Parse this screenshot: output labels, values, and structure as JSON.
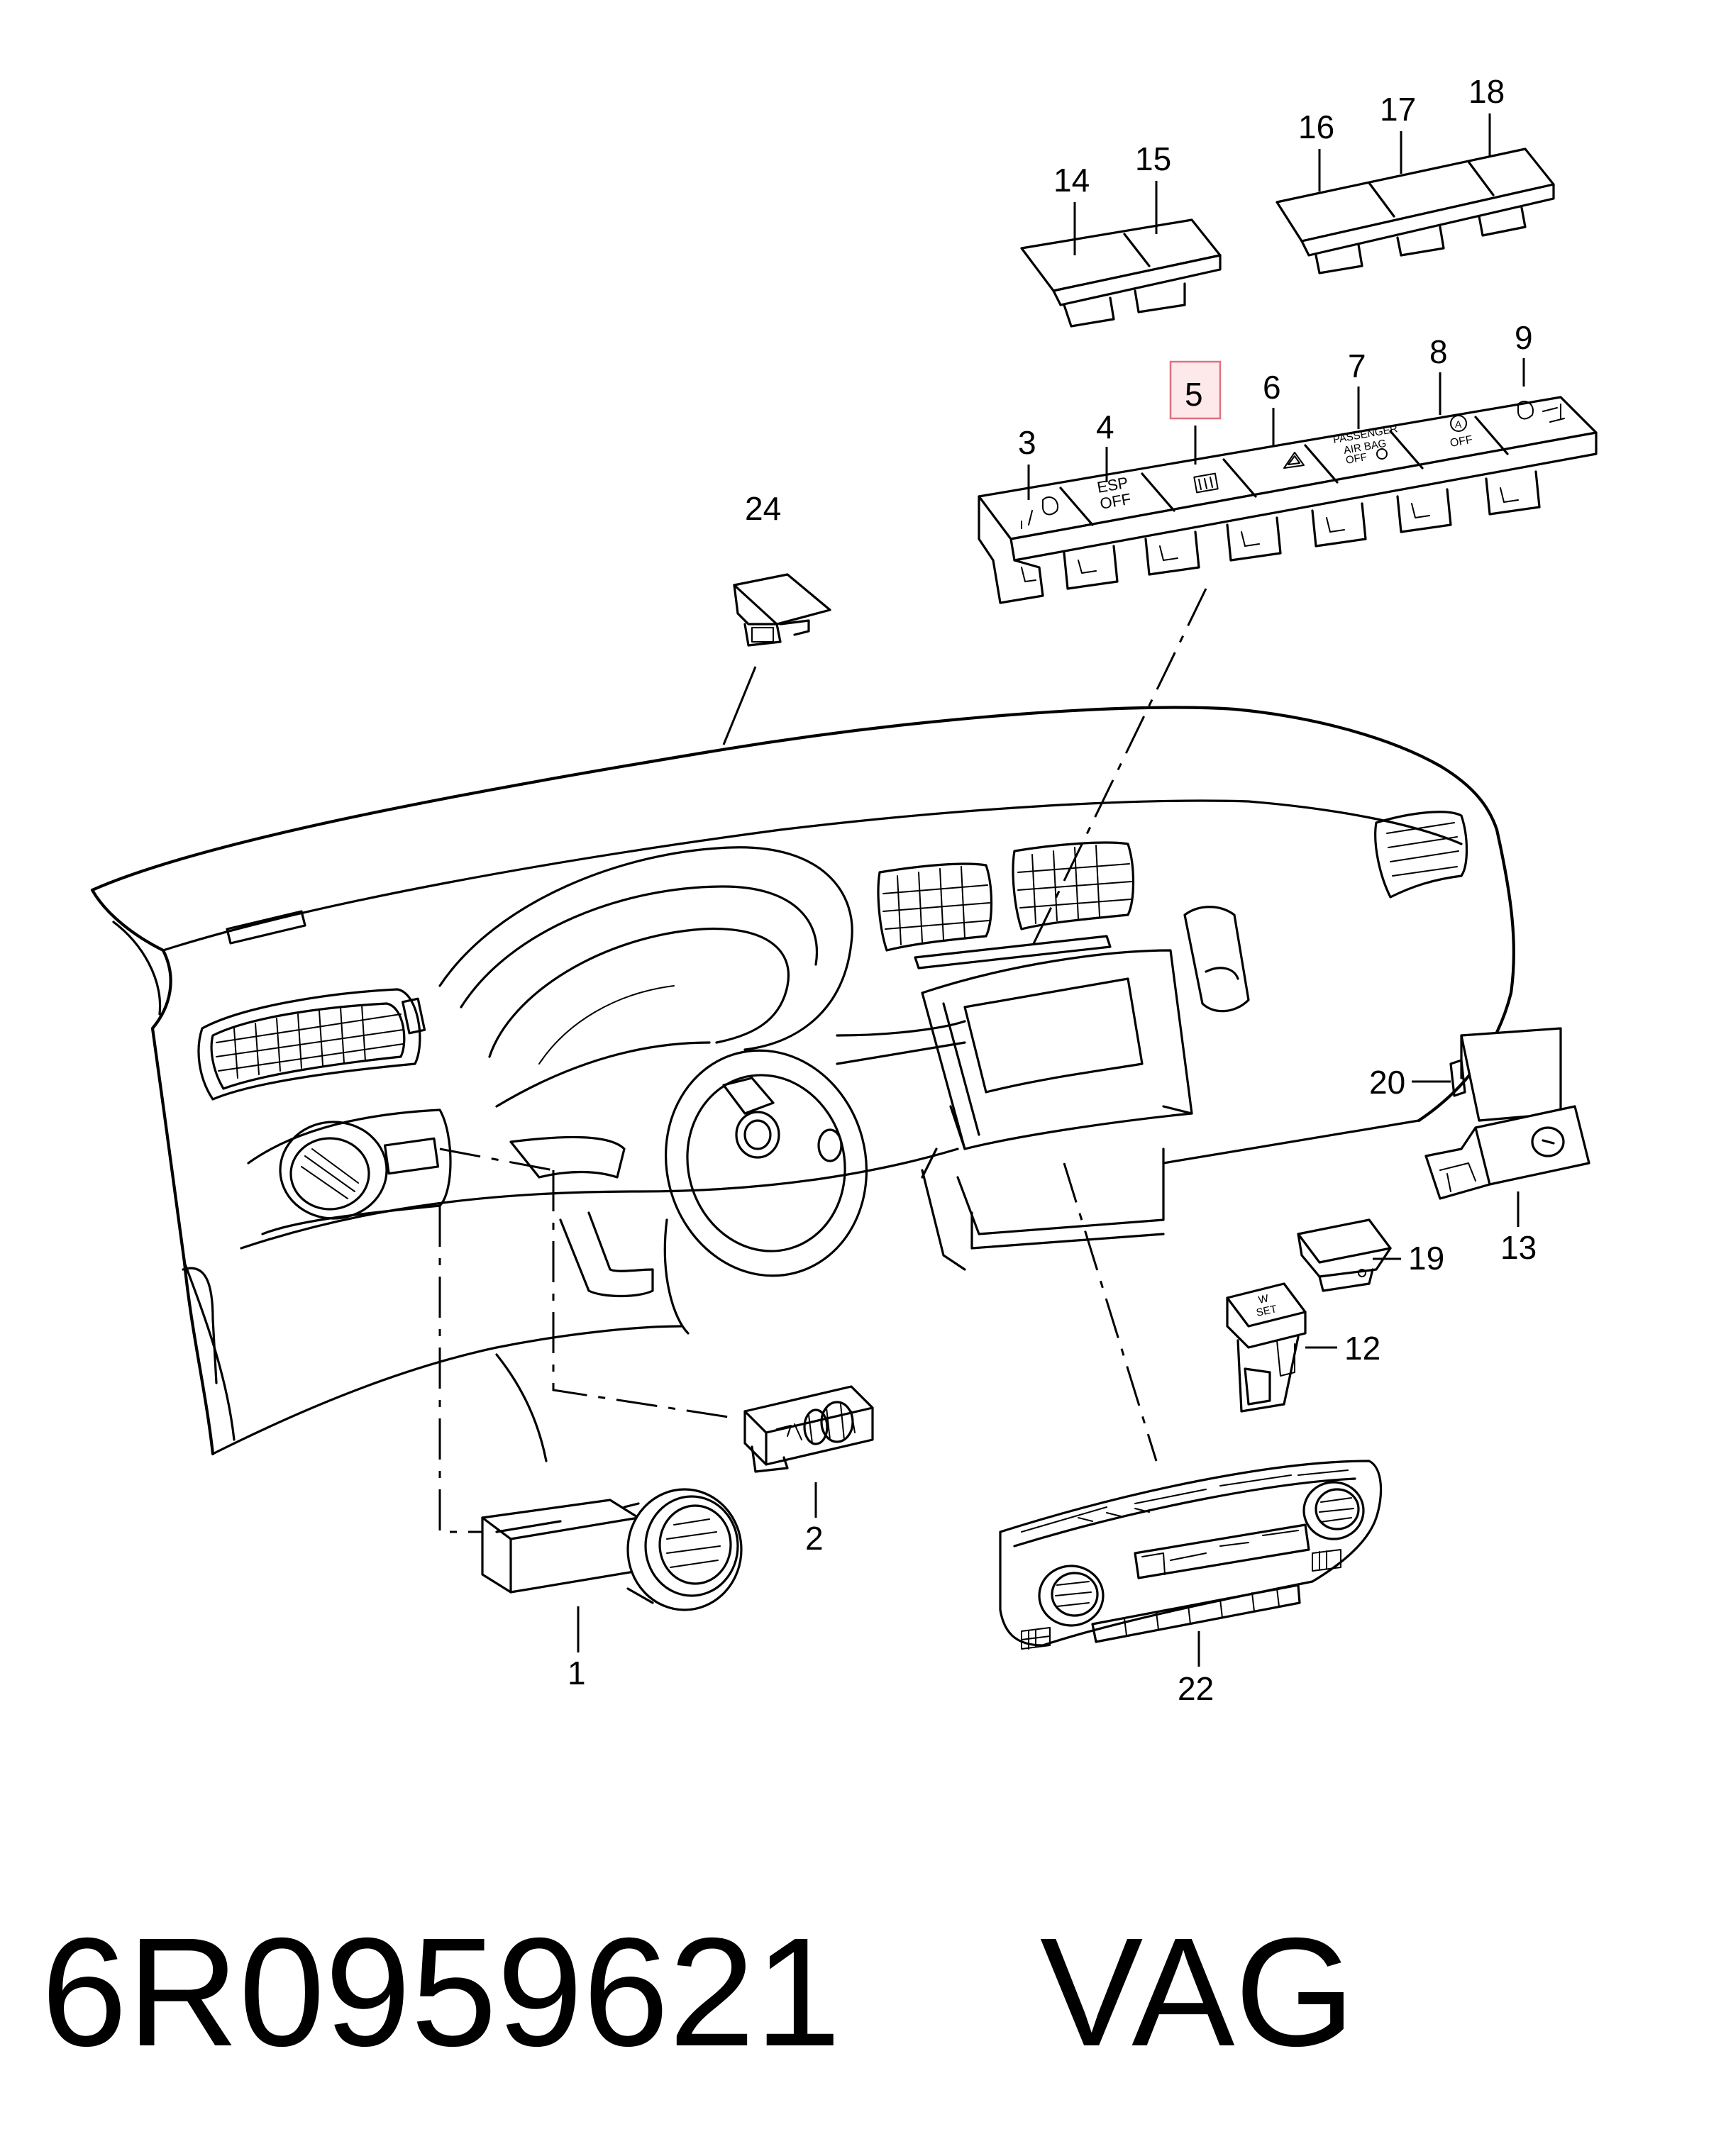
{
  "diagram": {
    "callouts": [
      {
        "id": "1",
        "label": "1"
      },
      {
        "id": "2",
        "label": "2"
      },
      {
        "id": "3",
        "label": "3"
      },
      {
        "id": "4",
        "label": "4"
      },
      {
        "id": "5",
        "label": "5",
        "highlighted": true
      },
      {
        "id": "6",
        "label": "6"
      },
      {
        "id": "7",
        "label": "7"
      },
      {
        "id": "8",
        "label": "8"
      },
      {
        "id": "9",
        "label": "9"
      },
      {
        "id": "12",
        "label": "12"
      },
      {
        "id": "13",
        "label": "13"
      },
      {
        "id": "14",
        "label": "14"
      },
      {
        "id": "15",
        "label": "15"
      },
      {
        "id": "16",
        "label": "16"
      },
      {
        "id": "17",
        "label": "17"
      },
      {
        "id": "18",
        "label": "18"
      },
      {
        "id": "19",
        "label": "19"
      },
      {
        "id": "20",
        "label": "20"
      },
      {
        "id": "22",
        "label": "22"
      },
      {
        "id": "24",
        "label": "24"
      }
    ],
    "button_labels": {
      "esp_1": "ESP",
      "esp_2": "OFF",
      "airbag_1": "PASSENGER",
      "airbag_2": "AIR BAG",
      "airbag_3": "OFF",
      "auto_off": "OFF",
      "auto_a": "A",
      "w_set_1": "W",
      "w_set_2": "SET"
    },
    "highlight_color": "#e07080"
  },
  "footer": {
    "part_number": "6R0959621",
    "brand": "VAG"
  }
}
